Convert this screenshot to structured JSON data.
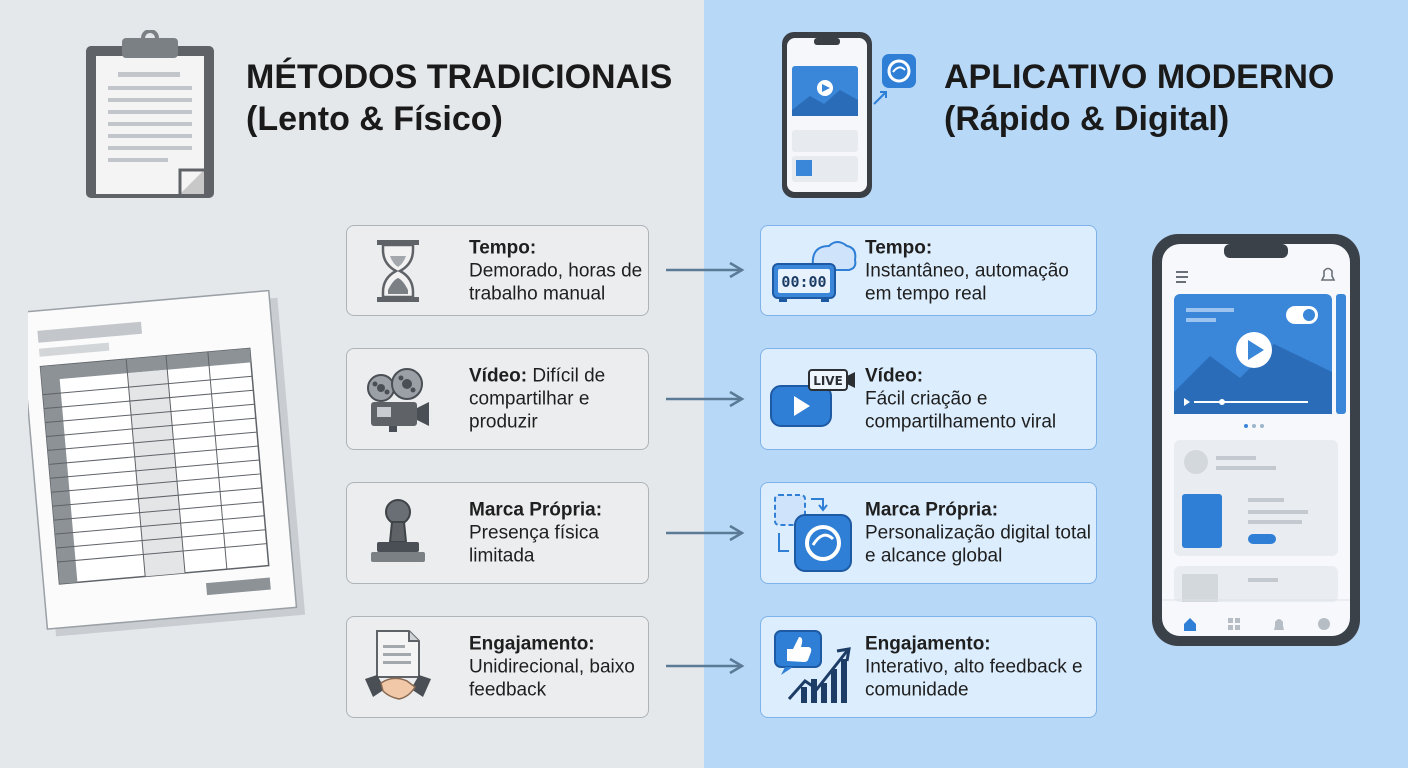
{
  "left": {
    "title_line1": "MÉTODOS TRADICIONAIS",
    "title_line2": "(Lento & Físico)"
  },
  "right": {
    "title_line1": "APLICATIVO MODERNO",
    "title_line2": "(Rápido & Digital)"
  },
  "clock_display": "00:00",
  "live_badge": "LIVE",
  "comparisons": [
    {
      "left_label": "Tempo:",
      "left_desc": "Demorado, horas de trabalho manual",
      "left_icon": "hourglass-icon",
      "right_label": "Tempo:",
      "right_desc": "Instantâneo, automação em tempo real",
      "right_icon": "digital-clock-icon"
    },
    {
      "left_label": "Vídeo:",
      "left_desc": "Difícil de compartilhar e produzir",
      "left_icon": "film-camera-icon",
      "right_label": "Vídeo:",
      "right_desc": "Fácil criação e compartilhamento viral",
      "right_icon": "live-video-icon"
    },
    {
      "left_label": "Marca Própria:",
      "left_desc": "Presença física limitada",
      "left_icon": "rubber-stamp-icon",
      "right_label": "Marca Própria:",
      "right_desc": "Personalização digital total e alcance global",
      "right_icon": "app-logo-icon"
    },
    {
      "left_label": "Engajamento:",
      "left_desc": "Unidirecional, baixo feedback",
      "left_icon": "handshake-document-icon",
      "right_label": "Engajamento:",
      "right_desc": "Interativo, alto feedback e comunidade",
      "right_icon": "like-growth-icon"
    }
  ],
  "colors": {
    "left_bg": "#e4e8eb",
    "right_bg": "#b8d8f8",
    "accent_blue": "#2f7fd6",
    "arrow": "#5a7a96"
  }
}
